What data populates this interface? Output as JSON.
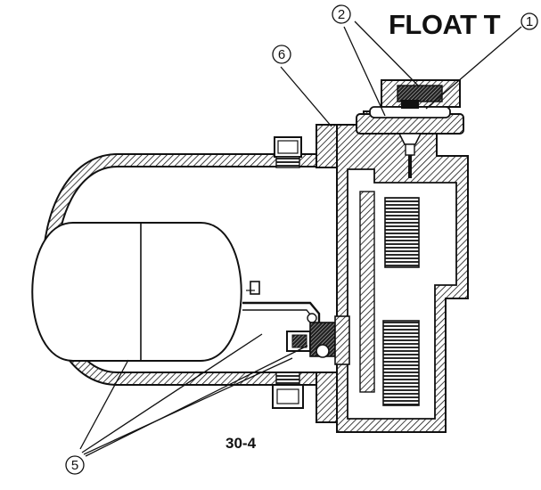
{
  "title": "FLOAT T",
  "figure_number": "30-4",
  "callouts": {
    "c1": "1",
    "c2": "2",
    "c5": "5",
    "c6": "6"
  }
}
